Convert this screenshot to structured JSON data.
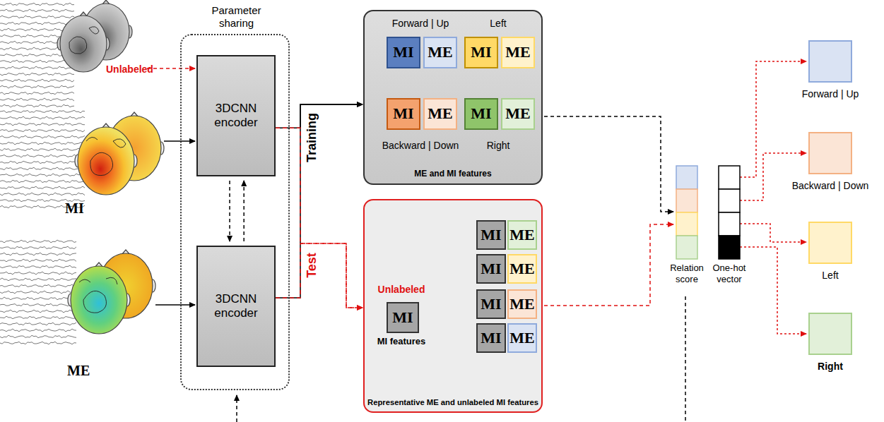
{
  "diagram": {
    "nodes": [
      {
        "text": [
          "Parameter sharing"
        ]
      },
      {
        "text": [
          "3DCNN encoder"
        ],
        "in": 0
      },
      {
        "text": [
          "3DCNN encoder"
        ],
        "in": 0
      },
      {
        "text": [
          "ME and MI features"
        ]
      },
      {
        "text": [
          "MI"
        ],
        "in": 3
      },
      {
        "text": [
          "ME"
        ],
        "in": 3
      },
      {
        "text": [
          "MI"
        ],
        "in": 3
      },
      {
        "text": [
          "ME"
        ],
        "in": 3
      },
      {
        "text": [
          "MI"
        ],
        "in": 3
      },
      {
        "text": [
          "ME"
        ],
        "in": 3
      },
      {
        "text": [
          "MI"
        ],
        "in": 3
      },
      {
        "text": [
          "ME"
        ],
        "in": 3
      },
      {
        "text": [
          "Representative ME and unlabeled MI features"
        ]
      },
      {
        "text": [
          "MI"
        ],
        "in": 12
      },
      {
        "text": [
          "MI"
        ],
        "in": 12
      },
      {
        "text": [
          "ME"
        ],
        "in": 12
      },
      {
        "text": [
          "MI"
        ],
        "in": 12
      },
      {
        "text": [
          "ME"
        ],
        "in": 12
      },
      {
        "text": [
          "MI"
        ],
        "in": 12
      },
      {
        "text": [
          "ME"
        ],
        "in": 12
      },
      {
        "text": [
          "MI"
        ],
        "in": 12
      },
      {
        "text": [
          "ME"
        ],
        "in": 12
      },
      {
        "text": [
          "Forward | Up"
        ]
      },
      {
        "text": [
          "Backward | Down"
        ]
      },
      {
        "text": [
          "Left"
        ]
      },
      {
        "text": [
          "Right"
        ]
      }
    ],
    "edges": [
      {
        "from": 1,
        "to": 2,
        "arrow": "both"
      },
      {
        "from": 1,
        "to": 3,
        "arrow": "to"
      },
      {
        "from": 2,
        "to": 3,
        "arrow": "to"
      },
      {
        "from": 1,
        "to": 12,
        "arrow": "to"
      },
      {
        "from": 2,
        "to": 12,
        "arrow": "to"
      },
      {
        "from": 13,
        "to": 14,
        "arrow": "to"
      },
      {
        "from": 13,
        "to": 16,
        "arrow": "to"
      },
      {
        "from": 13,
        "to": 18,
        "arrow": "to"
      },
      {
        "from": 13,
        "to": 20,
        "arrow": "to"
      }
    ],
    "labels": [
      "Unlabeled",
      "MI",
      "ME",
      "Training",
      "Test",
      "Forward | Up",
      "Left",
      "Backward | Down",
      "Right",
      "Unlabeled",
      "MI features",
      "Relation score",
      "One-hot vector"
    ]
  }
}
